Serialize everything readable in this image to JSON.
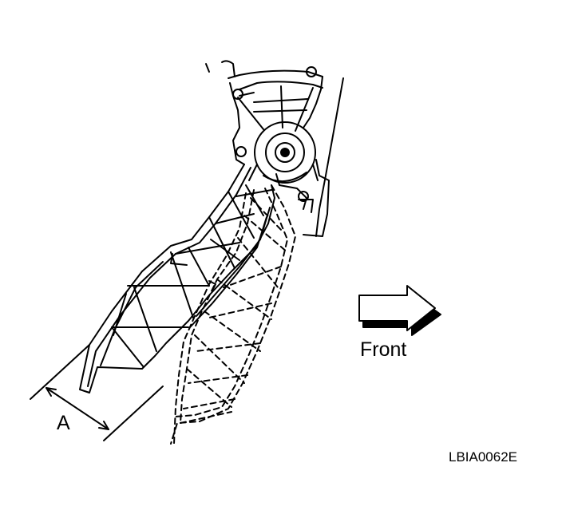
{
  "diagram": {
    "dimension_label": "A",
    "direction_label": "Front",
    "figure_code": "LBIA0062E"
  },
  "colors": {
    "line": "#000000",
    "background": "#ffffff",
    "arrow_shadow": "#000000"
  },
  "icons": {
    "direction_arrow": "right-arrow-icon"
  }
}
